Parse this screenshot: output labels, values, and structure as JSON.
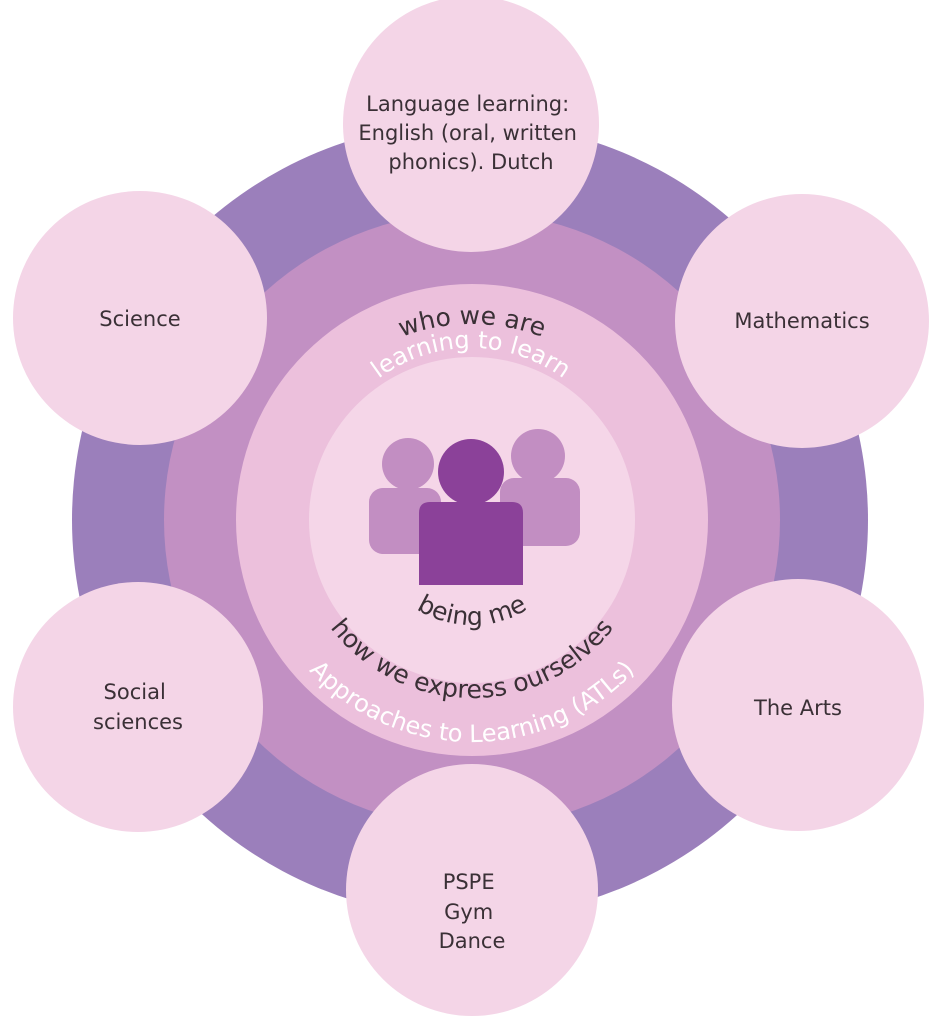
{
  "diagram": {
    "subjects": [
      {
        "id": "language",
        "lines": [
          "Language learning:",
          "English (oral, written",
          "phonics). Dutch"
        ]
      },
      {
        "id": "mathematics",
        "lines": [
          "Mathematics"
        ]
      },
      {
        "id": "arts",
        "lines": [
          "The Arts"
        ]
      },
      {
        "id": "pspe",
        "lines": [
          "PSPE",
          "Gym",
          "Dance"
        ]
      },
      {
        "id": "social",
        "lines": [
          "Social",
          "sciences"
        ]
      },
      {
        "id": "science",
        "lines": [
          "Science"
        ]
      }
    ],
    "rings": {
      "outer_top": "learning to learn",
      "outer_bottom": "Approaches to Learning (ATLs)",
      "middle_top": "who we are",
      "middle_bottom": "how we express ourselves",
      "center": "being me"
    },
    "icons": {
      "center": "people-group-icon"
    },
    "colors": {
      "hexagon": "#9b7fbb",
      "ring_outer": "#c290c3",
      "ring_middle": "#ecc0dc",
      "ring_inner": "#f5d6e8",
      "subject_circle": "#f4d5e7",
      "person_front": "#8b4199",
      "person_back": "#c28ec2",
      "text_dark": "#3a3036",
      "text_light": "#ffffff"
    }
  }
}
